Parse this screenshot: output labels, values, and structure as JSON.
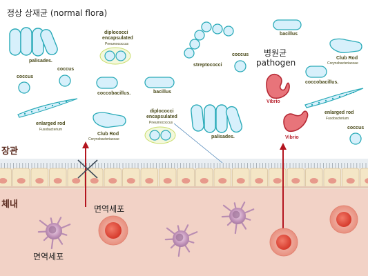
{
  "title": "정상 상재균 (normal flora)",
  "pathogen_ko": "병원균",
  "pathogen_en": "pathogen",
  "side_labels": {
    "epithelium": "장관",
    "body": "체내"
  },
  "immune_labels": [
    "면역세포",
    "면역세포"
  ],
  "bacteria": {
    "palisades": "palisades.",
    "coccus": "coccus",
    "diplococci_line1": "diplococci",
    "diplococci_line2": "encapsulated",
    "pneumococcus": "Pneumococcus",
    "coccobacillus": "coccobacillus.",
    "bacillus": "bacillus",
    "streptococci": "streptococci",
    "enlarged_rod": "enlarged rod",
    "fusobacterium": "Fusobacterium",
    "club_rod": "Club Rod",
    "corynebacteriaceae": "Corynebacteriaceae",
    "vibrio": "Vibrio"
  },
  "colors": {
    "bacteria_fill": "#d7f0fb",
    "bacteria_stroke": "#29aab8",
    "vibrio_fill": "#e8747a",
    "vibrio_stroke": "#b52a35",
    "arrow": "#b3141e",
    "tissue": "#f2d2c6",
    "epithelium_cell": "#f4e6c6"
  }
}
